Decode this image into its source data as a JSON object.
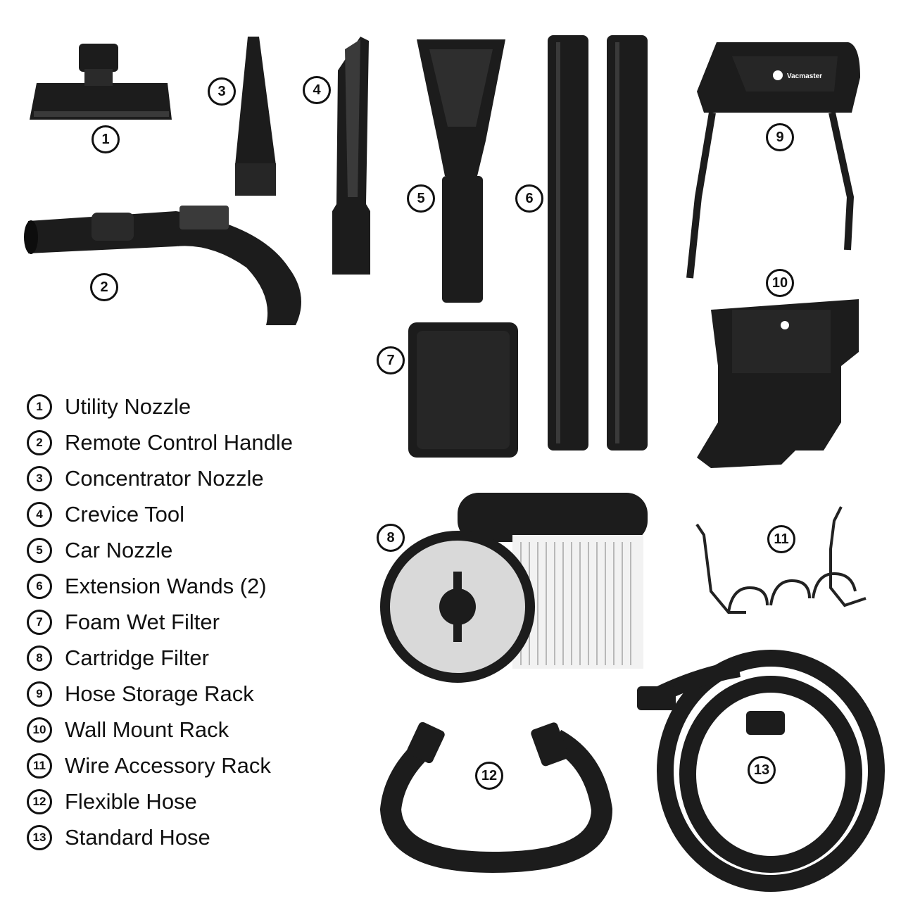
{
  "brand": "Vacmaster",
  "parts": [
    {
      "num": "1",
      "label": "Utility Nozzle"
    },
    {
      "num": "2",
      "label": "Remote Control Handle"
    },
    {
      "num": "3",
      "label": "Concentrator Nozzle"
    },
    {
      "num": "4",
      "label": "Crevice Tool"
    },
    {
      "num": "5",
      "label": "Car Nozzle"
    },
    {
      "num": "6",
      "label": "Extension Wands (2)"
    },
    {
      "num": "7",
      "label": "Foam Wet Filter"
    },
    {
      "num": "8",
      "label": "Cartridge Filter"
    },
    {
      "num": "9",
      "label": "Hose Storage Rack"
    },
    {
      "num": "10",
      "label": "Wall Mount Rack"
    },
    {
      "num": "11",
      "label": "Wire Accessory Rack"
    },
    {
      "num": "12",
      "label": "Flexible Hose"
    },
    {
      "num": "13",
      "label": "Standard Hose"
    }
  ],
  "colors": {
    "part": "#1c1c1c",
    "highlight": "#3a3a3a",
    "filter": "#f2f2f2",
    "background": "#ffffff"
  }
}
